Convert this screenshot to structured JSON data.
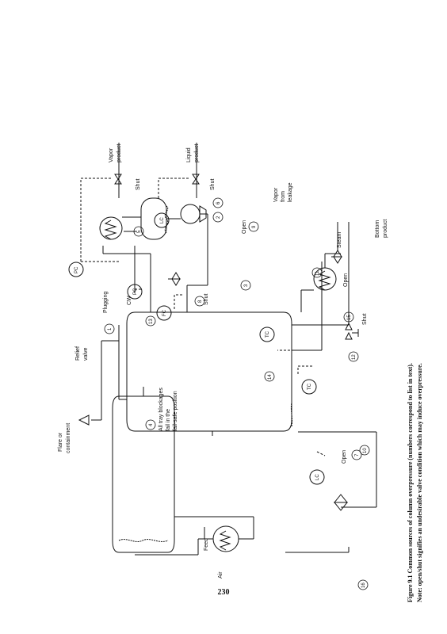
{
  "caption": {
    "line1": "Figure 9.1   Common sources of column overpressure (numbers correspond to list in text).",
    "line2": "Note: open/shut signifies an undesirable valve condition which may induce overpressure."
  },
  "page_number": "230",
  "labels": {
    "feed": "Feed",
    "flare": [
      "Flare or",
      "containment"
    ],
    "relief_valve": [
      "Relief",
      "valve"
    ],
    "vapor_product": [
      "Vapor",
      "product"
    ],
    "liquid_product": [
      "Liquid",
      "product"
    ],
    "bottom_product": [
      "Bottom",
      "product"
    ],
    "vapor_leakage": [
      "Vapor",
      "from",
      "leakage"
    ],
    "air": "Air",
    "steam": "Steam",
    "cw": "CW",
    "plugging": "Plugging",
    "all_tray_note": [
      "All tray blockages",
      "fail in the",
      "fail-safe position"
    ],
    "lc": "LC",
    "pc": "PC",
    "fc": "FC",
    "tc": "TC",
    "open": "Open",
    "shut": "Shut"
  },
  "circle_numbers": [
    "1",
    "2",
    "3",
    "4",
    "5",
    "6",
    "7",
    "8",
    "9",
    "10",
    "11",
    "12",
    "13",
    "14",
    "15",
    "16"
  ]
}
